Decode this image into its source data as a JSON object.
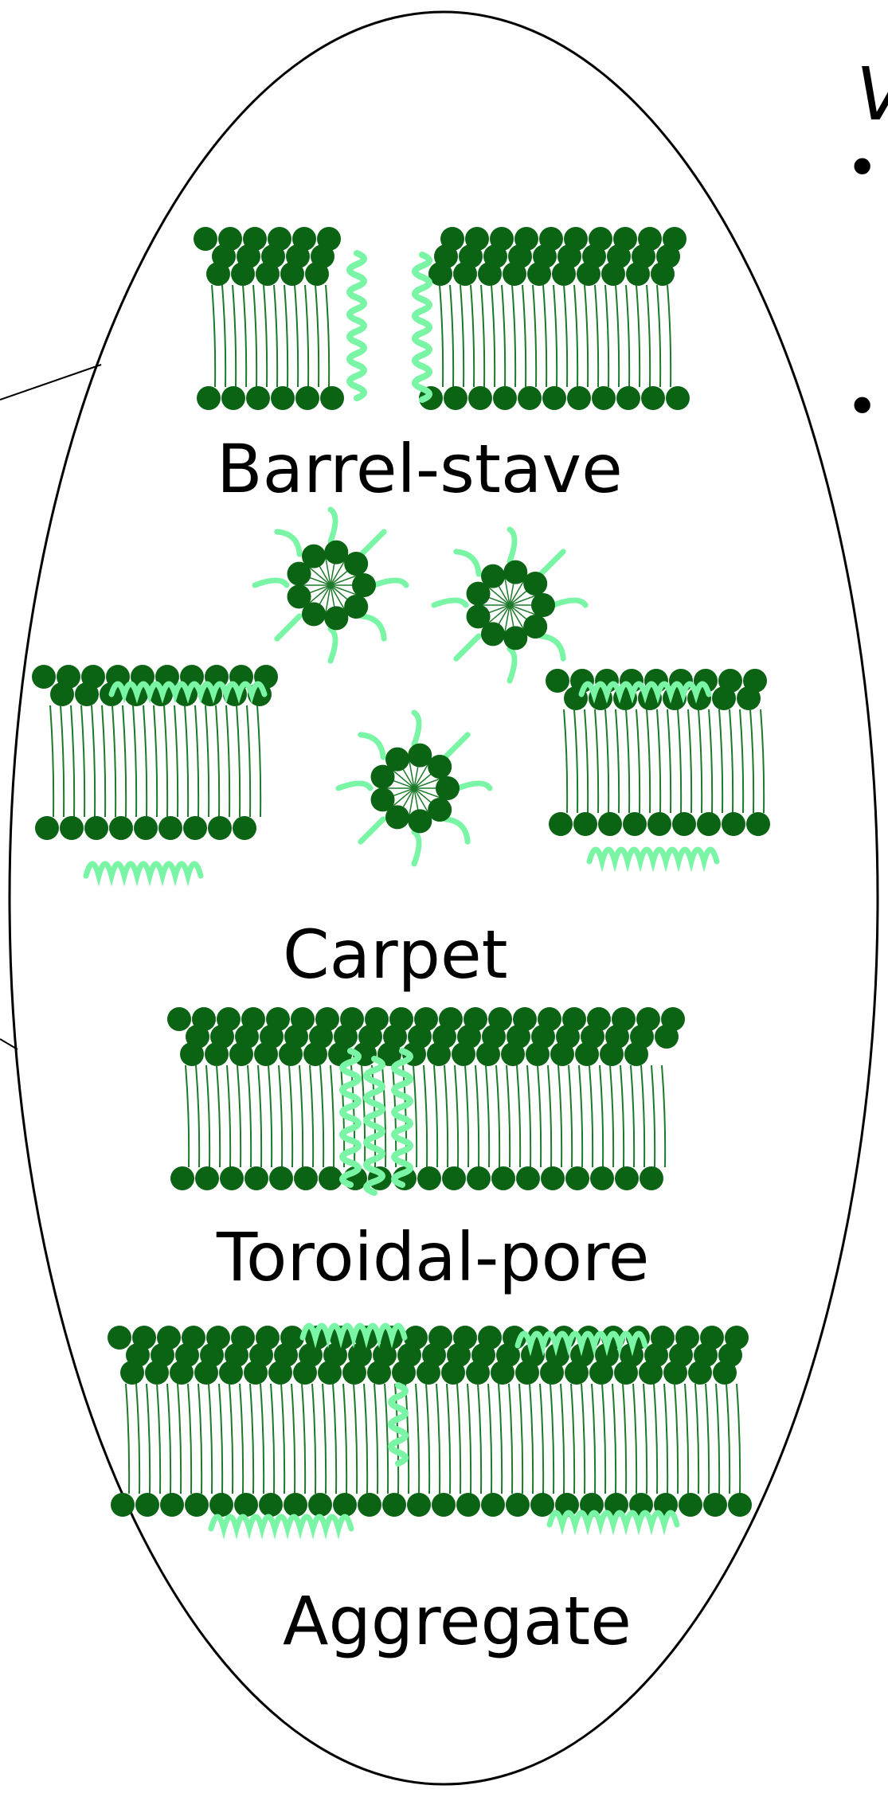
{
  "colors": {
    "lipid_head": "#0a6414",
    "lipid_tail": "#1d7a2a",
    "peptide": "#7af5a6",
    "outline": "#000000",
    "background": "#ffffff"
  },
  "labels": {
    "barrel_stave": "Barrel-stave",
    "carpet": "Carpet",
    "toroidal_pore": "Toroidal-pore",
    "aggregate": "Aggregate"
  },
  "edge_glyphs": {
    "top_partial": "V",
    "bullet_1": "•",
    "bullet_2": "•"
  }
}
